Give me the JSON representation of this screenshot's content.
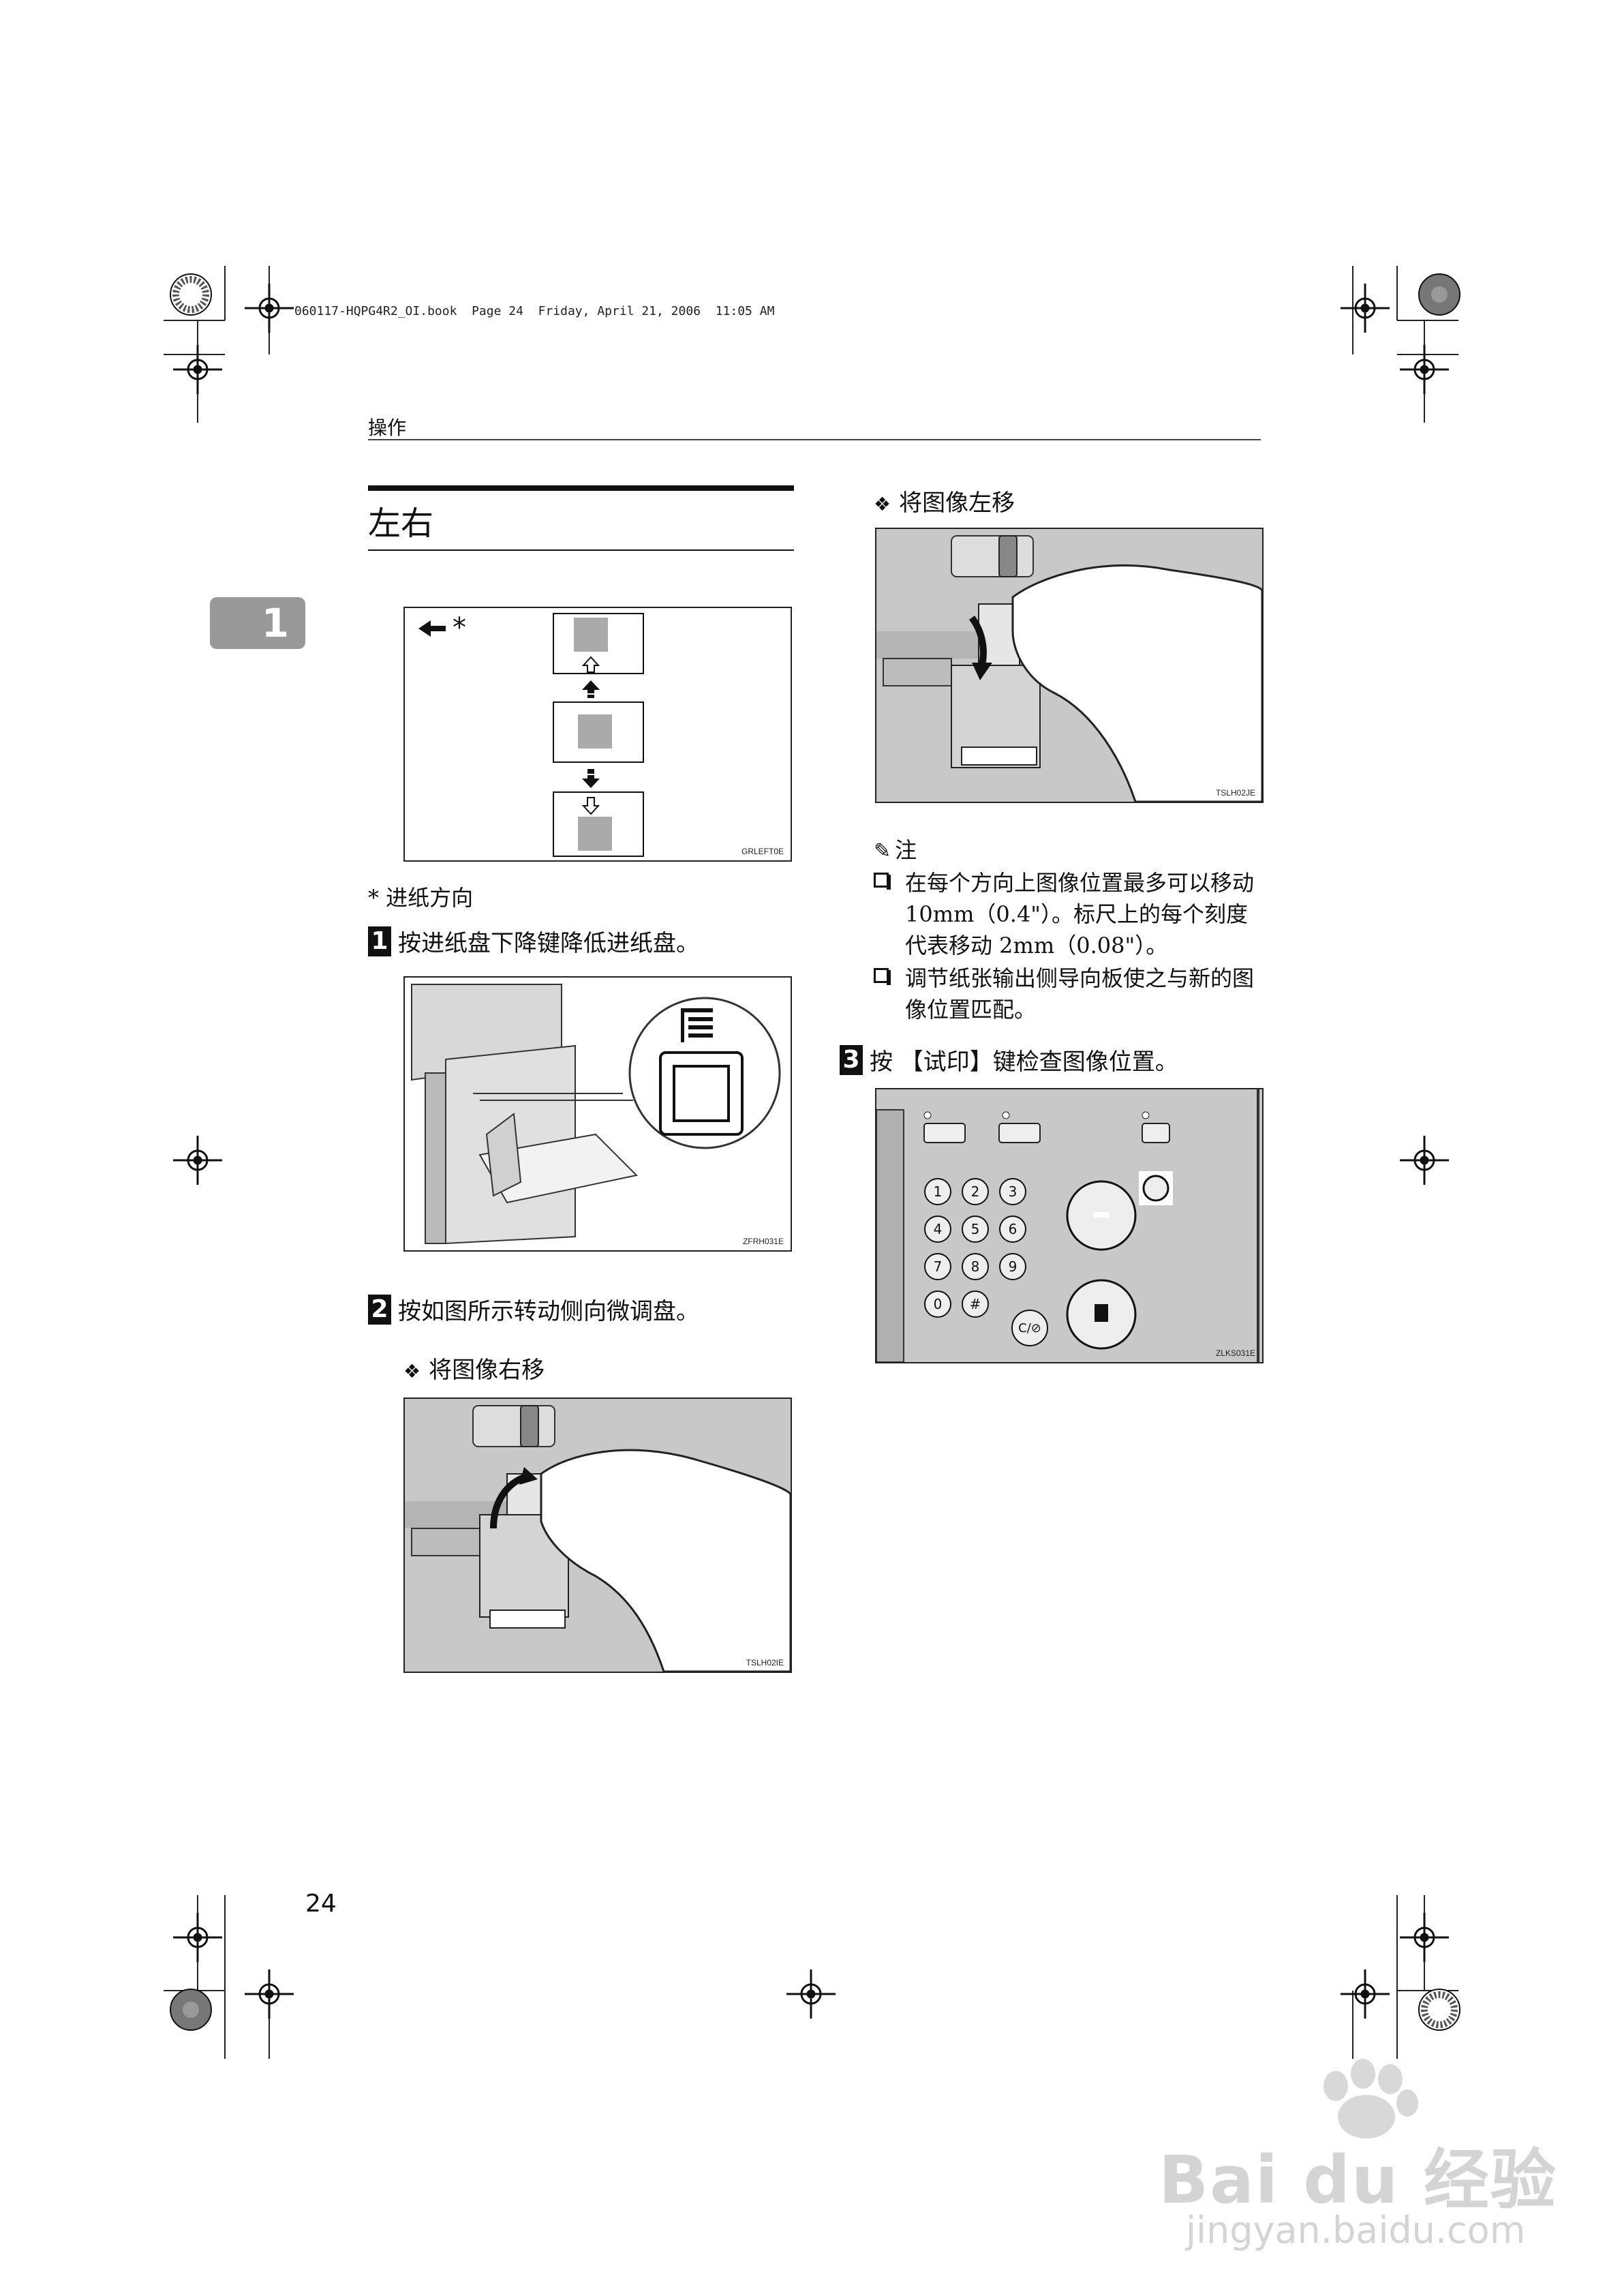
{
  "print_header": "060117-HQPG4R2_OI.book  Page 24  Friday, April 21, 2006  11:05 AM",
  "running_head": "操作",
  "chapter_tab": "1",
  "section_title": "左右",
  "diagram_top": {
    "legend_label": "*",
    "code": "GRLEFT0E"
  },
  "feed_direction_note": "* 进纸方向",
  "steps": [
    {
      "num": "1",
      "text": "按进纸盘下降键降低进纸盘。",
      "figure_code": "ZFRH031E"
    },
    {
      "num": "2",
      "text": "按如图所示转动侧向微调盘。"
    },
    {
      "num": "3",
      "text": "按 【试印】键检查图像位置。",
      "figure_code": "ZLKS031E"
    }
  ],
  "move_right": {
    "heading": "将图像右移",
    "figure_code": "TSLH02IE"
  },
  "move_left": {
    "heading": "将图像左移",
    "figure_code": "TSLH02JE"
  },
  "note": {
    "heading": "注",
    "items": [
      "在每个方向上图像位置最多可以移动 10mm（0.4\"）。标尺上的每个刻度代表移动 2mm（0.08\"）。",
      "调节纸张输出侧导向板使之与新的图像位置匹配。"
    ]
  },
  "keypad": [
    "1",
    "2",
    "3",
    "4",
    "5",
    "6",
    "7",
    "8",
    "9",
    "0",
    "#"
  ],
  "clear_key": "C/⊘",
  "page_number": "24",
  "watermark": {
    "brand": "Bai du 经验",
    "url": "jingyan.baidu.com"
  }
}
